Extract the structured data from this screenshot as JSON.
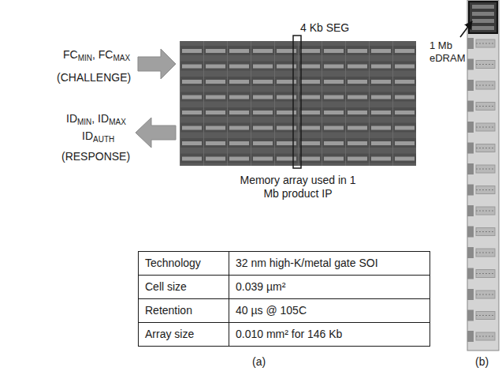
{
  "diagram": {
    "labels": [
      "4 Kb SEG",
      "FCMIN, FCMAX",
      "(CHALLENGE)",
      "IDMIN, IDMAX",
      "IDAUTH",
      "(RESPONSE)",
      "Memory array used in 1 Mb product IP",
      "1 Mb eDRAM",
      "Technology",
      "32 nm high-K/metal gate SOI",
      "Cell size",
      "0.039 µm²",
      "Retention",
      "40 µs @ 105C",
      "Array size",
      "0.010 mm² for 146 Kb",
      "(a)",
      "(b)"
    ]
  }
}
